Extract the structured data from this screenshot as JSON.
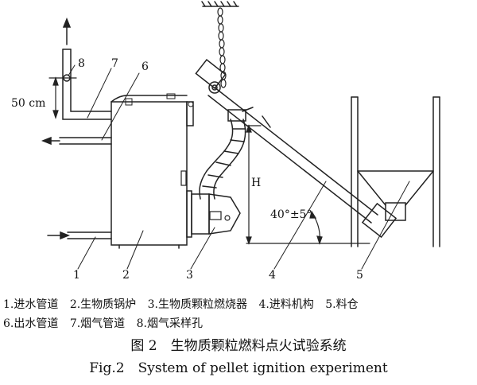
{
  "diagram": {
    "callouts": [
      "1",
      "2",
      "3",
      "4",
      "5",
      "6",
      "7",
      "8"
    ],
    "dim_height": "50 cm",
    "dim_H": "H",
    "angle": "40°±5°"
  },
  "legend": {
    "row1": [
      "1.进水管道",
      "2.生物质锅炉",
      "3.生物质颗粒燃烧器",
      "4.进料机构",
      "5.料仓"
    ],
    "row2": [
      "6.出水管道",
      "7.烟气管道",
      "8.烟气采样孔"
    ]
  },
  "caption": {
    "cn": "图 2　生物质颗粒燃料点火试验系统",
    "en": "Fig.2　System of pellet ignition experiment"
  }
}
